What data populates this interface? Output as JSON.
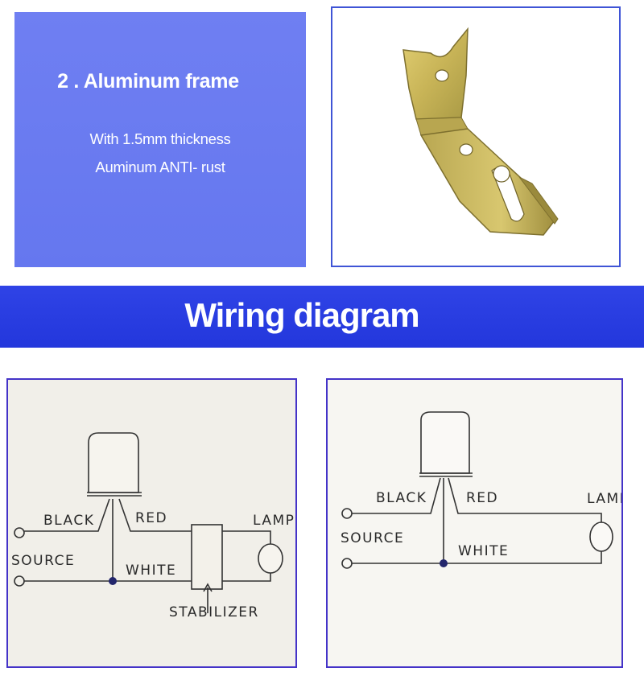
{
  "info_panel": {
    "title": "2 . Aluminum frame",
    "line1": "With 1.5mm thickness",
    "line2": "Auminum ANTI- rust"
  },
  "banner": {
    "title": "Wiring diagram"
  },
  "diagram_left": {
    "black": "BLACK",
    "red": "RED",
    "source": "SOURCE",
    "white": "WHITE",
    "lamp": "LAMP",
    "stabilizer": "STABILIZER"
  },
  "diagram_right": {
    "black": "BLACK",
    "red": "RED",
    "source": "SOURCE",
    "white": "WHITE",
    "lamp": "LAMP"
  },
  "colors": {
    "panel_blue": "#6a7bf0",
    "banner_blue": "#2a3ee2",
    "frame_border": "#4433c8",
    "bracket_gold": "#c9b35a"
  },
  "icons": {
    "bracket": "metal-l-bracket-photo",
    "sensor": "photocell-sensor-icon",
    "lamp": "lamp-circle-icon"
  }
}
